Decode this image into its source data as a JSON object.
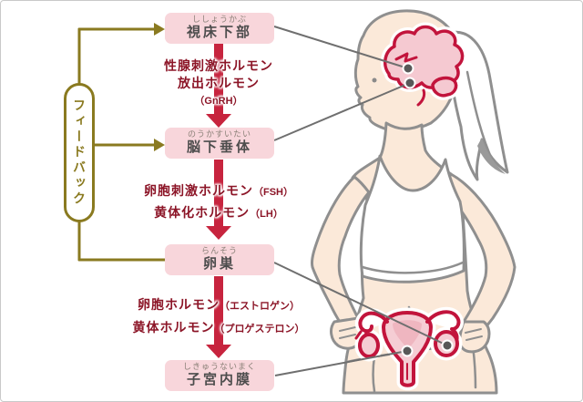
{
  "diagram": {
    "feedback_label": "フィードバック",
    "nodes": [
      {
        "furigana": "ししょうかぶ",
        "label": "視床下部"
      },
      {
        "furigana": "のうかすいたい",
        "label": "脳下垂体"
      },
      {
        "furigana": "らんそう",
        "label": "卵巣"
      },
      {
        "furigana": "しきゅうないまく",
        "label": "子宮内膜"
      }
    ],
    "flows": [
      {
        "rows": [
          {
            "main": "性腺刺激ホルモン",
            "paren": ""
          },
          {
            "main": "放出ホルモン",
            "paren": ""
          },
          {
            "main": "",
            "paren": "（GnRH）"
          }
        ]
      },
      {
        "rows": [
          {
            "main": "卵胞刺激ホルモン",
            "paren": "（FSH）"
          },
          {
            "main": "黄体化ホルモン",
            "paren": "（LH）"
          }
        ]
      },
      {
        "rows": [
          {
            "main": "卵胞ホルモン",
            "paren": "（エストロゲン）"
          },
          {
            "main": "黄体ホルモン",
            "paren": "（プロゲステロン）"
          }
        ]
      }
    ],
    "icons": [
      "feedback-arrow-icon",
      "down-arrow-icon",
      "brain-icon",
      "uterus-icon",
      "ovary-pointer-dot",
      "uterus-pointer-dot",
      "hypothalamus-pointer-dot",
      "pituitary-pointer-dot",
      "female-body-illustration"
    ],
    "colors": {
      "box_pink": "#f8d6db",
      "box_text": "#4d4d4d",
      "furigana_gray": "#8b8178",
      "hormone_text_red": "#8c1527",
      "arrow_red": "#c7243e",
      "feedback_olive": "#8a7a20",
      "organ_red": "#c2143c",
      "organ_pink": "#f5cdd4",
      "skin": "#fbe9d9",
      "outline_gray": "#8f8f8f",
      "frame_border": "#c9c9c9"
    }
  }
}
